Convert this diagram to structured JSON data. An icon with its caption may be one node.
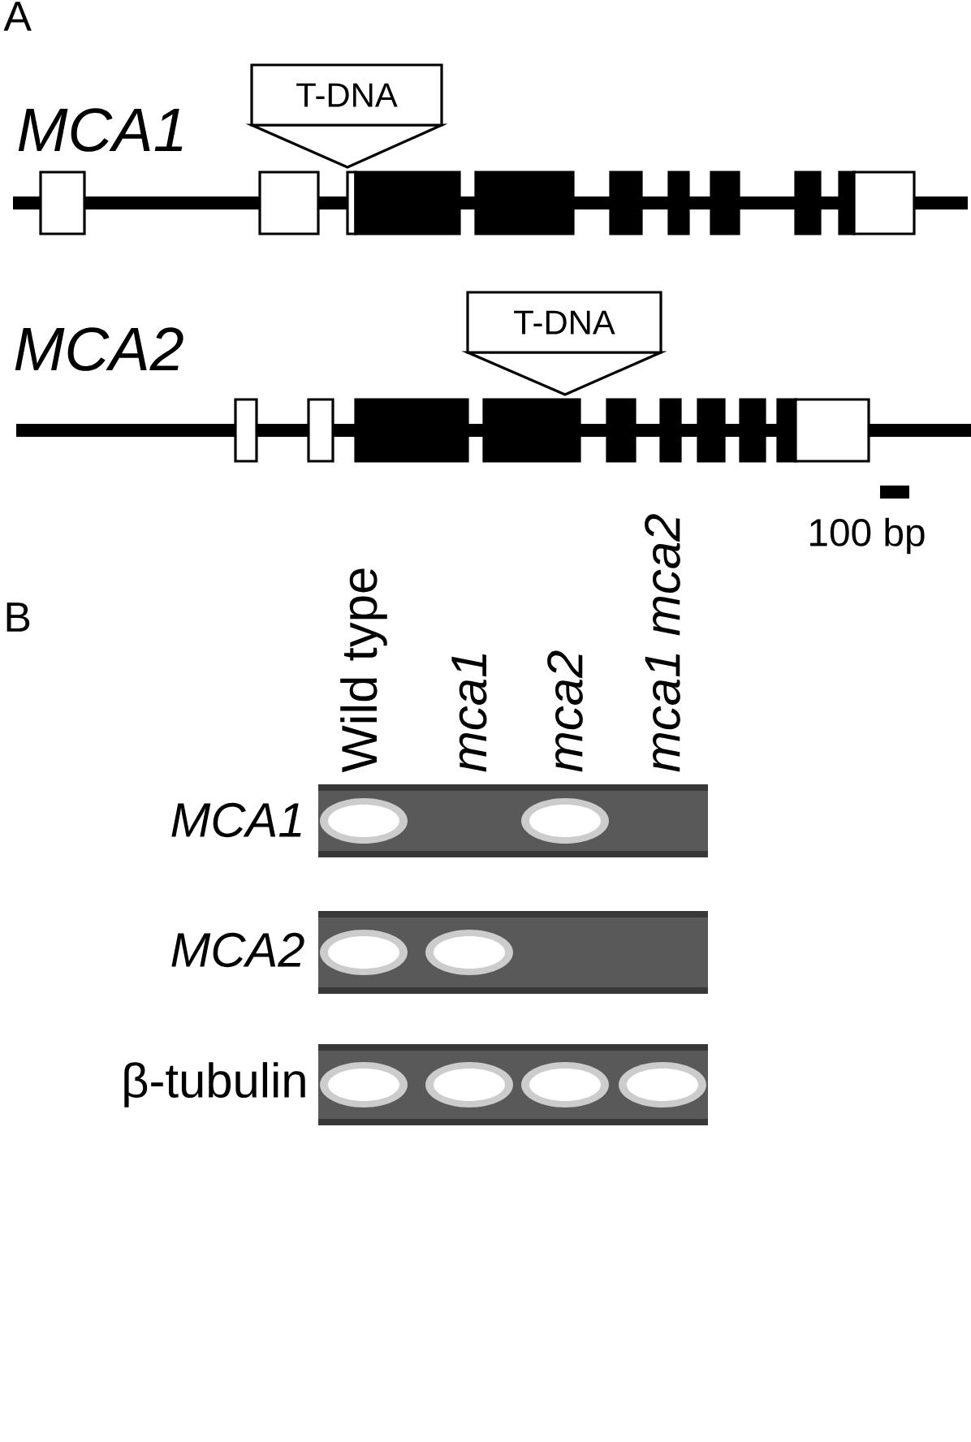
{
  "diagram": {
    "nodes": [
      {
        "text": [
          "T-DNA"
        ]
      },
      {
        "text": [
          "T-DNA"
        ]
      }
    ],
    "labels": [
      "A",
      "MCA1",
      "MCA2",
      "100 bp",
      "B",
      "Wild type",
      "mca1",
      "mca2",
      "mca1 mca2",
      "MCA1",
      "MCA2",
      "β-tubulin"
    ]
  }
}
